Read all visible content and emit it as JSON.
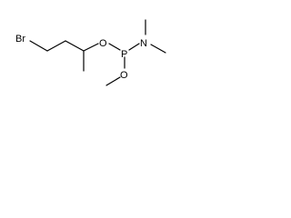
{
  "molecule": {
    "atoms": {
      "br": "Br",
      "o_ester": "O",
      "p": "P",
      "n": "N",
      "o_methoxy": "O"
    }
  }
}
